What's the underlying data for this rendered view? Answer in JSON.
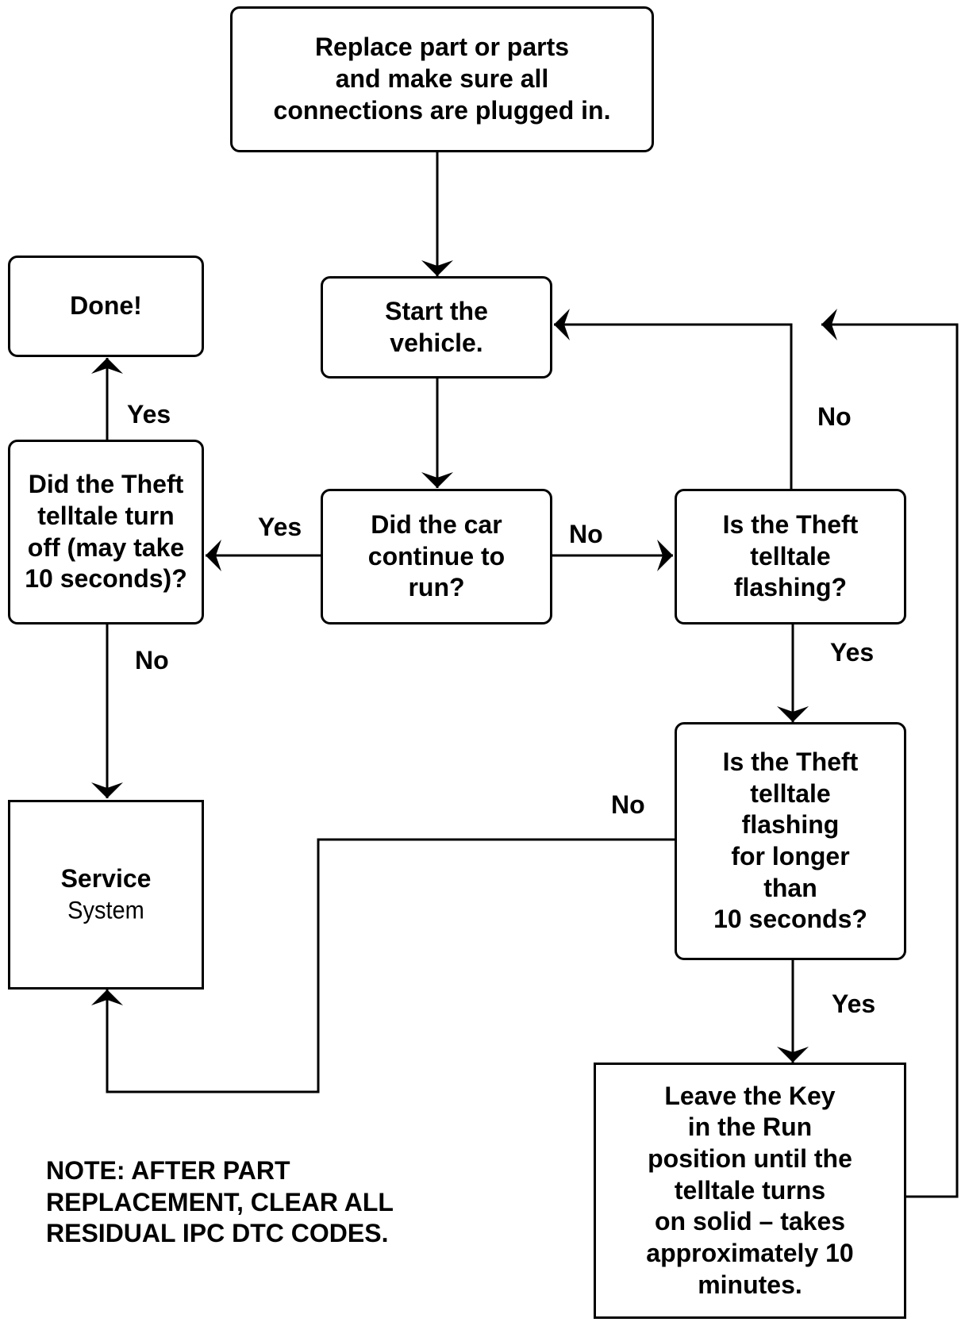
{
  "nodes": {
    "replace": "Replace part or parts\nand make sure all\nconnections are plugged in.",
    "start": "Start the\nvehicle.",
    "done": "Done!",
    "did_telltale_off": "Did the Theft\ntelltale turn\noff (may take\n10 seconds)?",
    "did_car_run": "Did the car\ncontinue to\nrun?",
    "is_flashing": "Is the Theft\ntelltale\nflashing?",
    "is_flashing_longer": "Is the Theft\ntelltale\nflashing\nfor longer\nthan\n10 seconds?",
    "service_line1": "Service",
    "service_line2": "System",
    "leave_key": "Leave the Key\nin the Run\nposition until the\ntelltale turns\non solid – takes\napproximately 10\nminutes."
  },
  "labels": {
    "yes_done": "Yes",
    "no_service": "No",
    "yes_left": "Yes",
    "no_right": "No",
    "no_loop": "No",
    "yes_down1": "Yes",
    "no_longer": "No",
    "yes_down2": "Yes"
  },
  "note": "NOTE: AFTER PART\nREPLACEMENT, CLEAR ALL\nRESIDUAL IPC DTC CODES."
}
